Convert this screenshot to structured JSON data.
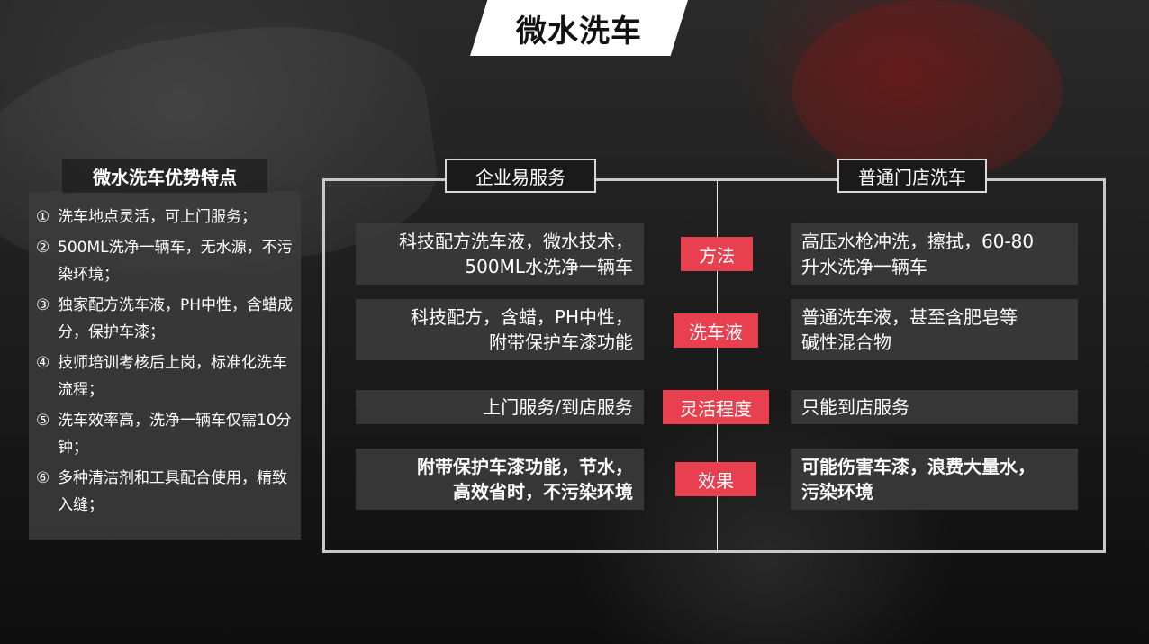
{
  "title": "微水洗车",
  "advantages": {
    "title": "微水洗车优势特点",
    "items": [
      {
        "num": "①",
        "text": "洗车地点灵活，可上门服务；"
      },
      {
        "num": "②",
        "text": "500ML洗净一辆车，无水源，不污染环境；"
      },
      {
        "num": "③",
        "text": "独家配方洗车液，PH中性，含蜡成分，保护车漆；"
      },
      {
        "num": "④",
        "text": "技师培训考核后上岗，标准化洗车流程；"
      },
      {
        "num": "⑤",
        "text": "洗车效率高，洗净一辆车仅需10分钟；"
      },
      {
        "num": "⑥",
        "text": "多种清洁剂和工具配合使用，精致入缝；"
      }
    ]
  },
  "comparison": {
    "left_header": "企业易服务",
    "right_header": "普通门店洗车",
    "rows": [
      {
        "label": "方法",
        "left": [
          "科技配方洗车液，微水技术，",
          "500ML水洗净一辆车"
        ],
        "right": [
          "高压水枪冲洗，擦拭，60-80",
          "升水洗净一辆车"
        ]
      },
      {
        "label": "洗车液",
        "left": [
          "科技配方，含蜡，PH中性，",
          "附带保护车漆功能"
        ],
        "right": [
          "普通洗车液，甚至含肥皂等",
          "碱性混合物"
        ]
      },
      {
        "label": "灵活程度",
        "left": [
          "上门服务/到店服务"
        ],
        "right": [
          "只能到店服务"
        ]
      },
      {
        "label": "效果",
        "left": [
          "附带保护车漆功能，节水，",
          "高效省时，不污染环境"
        ],
        "right": [
          "可能伤害车漆，浪费大量水，",
          "污染环境"
        ]
      }
    ]
  },
  "colors": {
    "accent": "#e8404f",
    "panel": "#3a3a3a"
  }
}
